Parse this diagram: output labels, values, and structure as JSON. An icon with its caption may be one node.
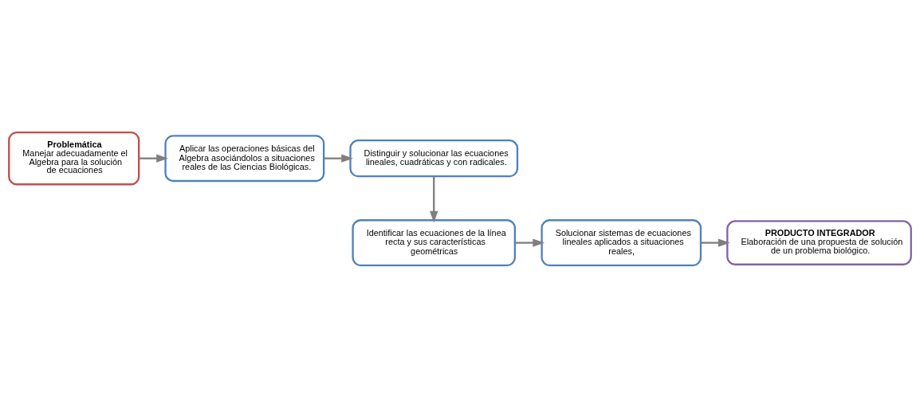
{
  "diagram": {
    "nodes": [
      {
        "text": [
          "Problemática",
          "Manejar adecuadamente el Algebra para la solución de ecuaciones"
        ]
      },
      {
        "text": [
          "Aplicar las operaciones básicas del Algebra asociándolos a situaciones reales de las Ciencias Biológicas."
        ]
      },
      {
        "text": [
          "Distinguir y solucionar las ecuaciones lineales, cuadráticas y con radicales."
        ]
      },
      {
        "text": [
          "Identificar las ecuaciones de la línea recta y sus características geométricas"
        ]
      },
      {
        "text": [
          "Solucionar sistemas de ecuaciones lineales aplicados a situaciones reales,"
        ]
      },
      {
        "text": [
          "PRODUCTO INTEGRADOR",
          "Elaboración de una propuesta de solución de un problema biológico."
        ]
      }
    ],
    "edges": [
      {
        "from": 0,
        "to": 1,
        "arrow": "to"
      },
      {
        "from": 1,
        "to": 2,
        "arrow": "to"
      },
      {
        "from": 2,
        "to": 3,
        "arrow": "to"
      },
      {
        "from": 3,
        "to": 4,
        "arrow": "to"
      },
      {
        "from": 4,
        "to": 5,
        "arrow": "to"
      }
    ]
  }
}
